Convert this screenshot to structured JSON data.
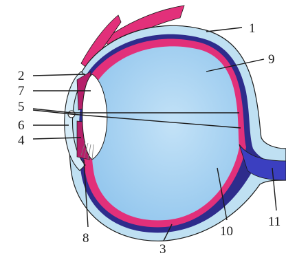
{
  "figure": {
    "labels": [
      {
        "id": "1",
        "text": "1"
      },
      {
        "id": "2",
        "text": "2"
      },
      {
        "id": "3",
        "text": "3"
      },
      {
        "id": "4",
        "text": "4"
      },
      {
        "id": "5",
        "text": "5"
      },
      {
        "id": "6",
        "text": "6"
      },
      {
        "id": "7",
        "text": "7"
      },
      {
        "id": "8",
        "text": "8"
      },
      {
        "id": "9",
        "text": "9"
      },
      {
        "id": "10",
        "text": "10"
      },
      {
        "id": "11",
        "text": "11"
      }
    ]
  },
  "colors": {
    "sclera": "#bfe0f2",
    "vitreous": "#a9d4f2",
    "retina": "#e2307a",
    "choroid": "#2e2c8c",
    "muscle": "#e2307a",
    "outline": "#1a1a1a"
  }
}
